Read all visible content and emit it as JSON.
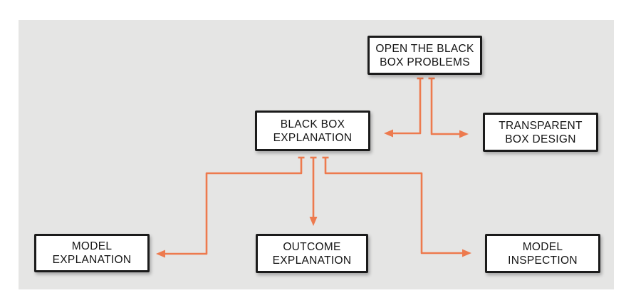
{
  "colors": {
    "background": "#ffffff",
    "panel": "#e5e5e4",
    "arrow": "#ed7a4e",
    "box_border": "#1b1b1b",
    "box_fill": "#ffffff",
    "text": "#141414"
  },
  "nodes": {
    "open_black_box_problems": {
      "line1": "OPEN THE BLACK",
      "line2": "BOX PROBLEMS"
    },
    "black_box_explanation": {
      "line1": "BLACK BOX",
      "line2": "EXPLANATION"
    },
    "transparent_box_design": {
      "line1": "TRANSPARENT",
      "line2": "BOX DESIGN"
    },
    "model_explanation": {
      "line1": "MODEL",
      "line2": "EXPLANATION"
    },
    "outcome_explanation": {
      "line1": "OUTCOME",
      "line2": "EXPLANATION"
    },
    "model_inspection": {
      "line1": "MODEL",
      "line2": "INSPECTION"
    }
  },
  "edges": [
    {
      "from": "OPEN THE BLACK BOX PROBLEMS",
      "to": "BLACK BOX EXPLANATION"
    },
    {
      "from": "OPEN THE BLACK BOX PROBLEMS",
      "to": "TRANSPARENT BOX DESIGN"
    },
    {
      "from": "BLACK BOX EXPLANATION",
      "to": "MODEL EXPLANATION"
    },
    {
      "from": "BLACK BOX EXPLANATION",
      "to": "OUTCOME EXPLANATION"
    },
    {
      "from": "BLACK BOX EXPLANATION",
      "to": "MODEL INSPECTION"
    }
  ]
}
